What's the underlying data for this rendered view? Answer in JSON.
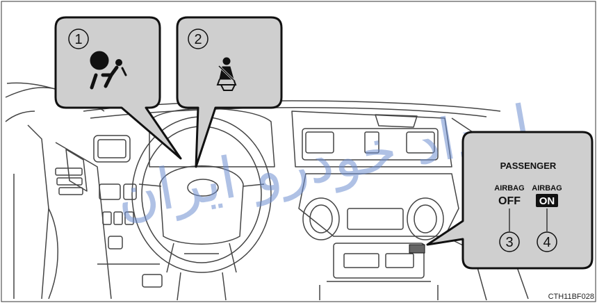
{
  "callouts": {
    "airbag_warning": {
      "number": "1",
      "icon": "airbag-warning-icon"
    },
    "seatbelt_reminder": {
      "number": "2",
      "icon": "seatbelt-reminder-icon"
    }
  },
  "passenger_panel": {
    "heading": "PASSENGER",
    "off_indicator": {
      "top": "AIRBAG",
      "bottom": "OFF",
      "number": "3"
    },
    "on_indicator": {
      "top": "AIRBAG",
      "bottom": "ON",
      "number": "4"
    }
  },
  "figure_code": "CTH11BF028",
  "watermark_text": "امداد خودرو ایران",
  "colors": {
    "callout_fill": "#cfcfcf",
    "outline": "#111111",
    "line_art": "#444444",
    "watermark": "#6f8fd0"
  }
}
